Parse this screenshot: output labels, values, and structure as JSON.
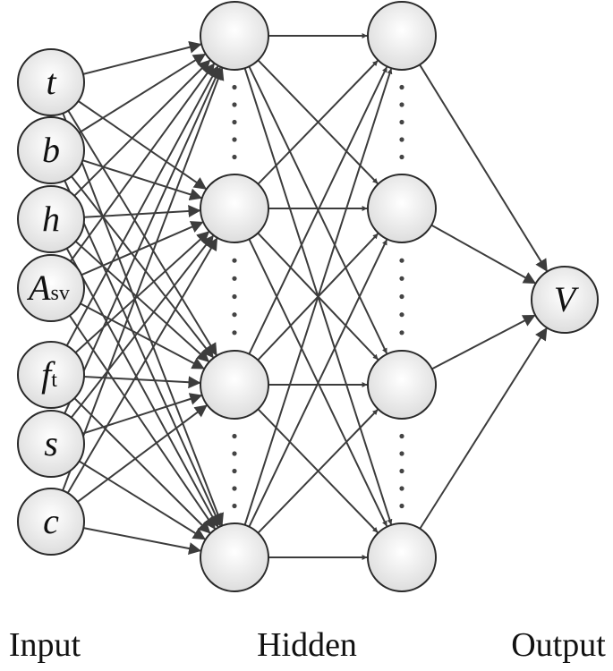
{
  "layers": {
    "input": {
      "caption": "Input",
      "nodes": [
        {
          "main": "t",
          "sub": ""
        },
        {
          "main": "b",
          "sub": ""
        },
        {
          "main": "h",
          "sub": ""
        },
        {
          "main": "A",
          "sub": "sv"
        },
        {
          "main": "f",
          "sub": "t"
        },
        {
          "main": "s",
          "sub": ""
        },
        {
          "main": "c",
          "sub": ""
        }
      ]
    },
    "hidden": {
      "caption": "Hidden",
      "nodes_per_column": 4
    },
    "output": {
      "caption": "Output",
      "nodes": [
        {
          "main": "V",
          "sub": ""
        }
      ]
    }
  },
  "colors": {
    "edge": "#3c3c3c",
    "node_stroke": "#2a2a2a",
    "node_fill_center": "#ffffff",
    "node_fill_edge": "#dcdcdc",
    "ellipsis_dot": "#444444"
  }
}
